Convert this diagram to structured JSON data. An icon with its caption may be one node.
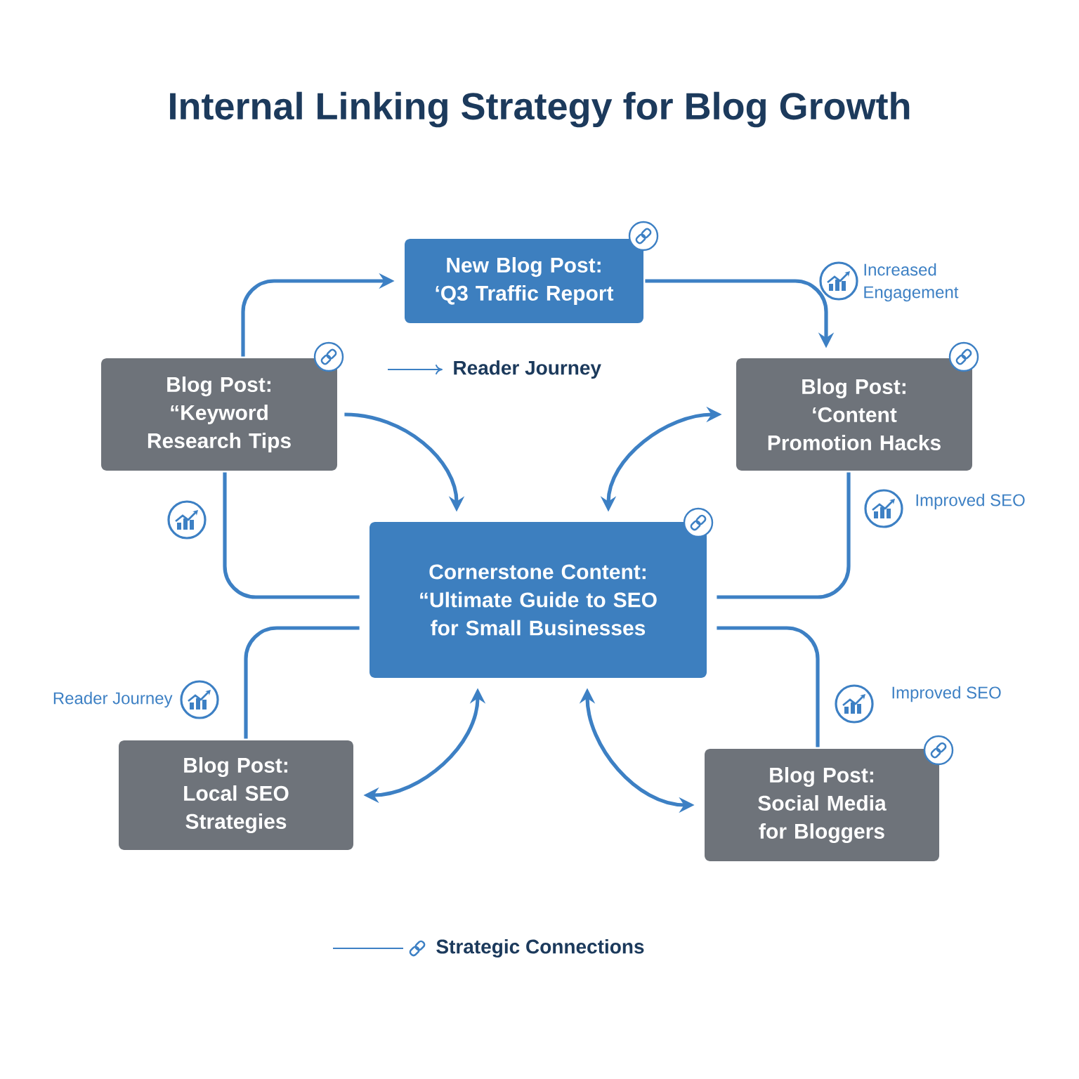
{
  "diagram": {
    "title": "Internal Linking Strategy for Blog Growth",
    "nodes": [
      {
        "text": [
          "New Blog Post:",
          "‘Q3 Traffic Report"
        ]
      },
      {
        "text": [
          "Blog Post:",
          "“Keyword Research Tips"
        ]
      },
      {
        "text": [
          "Blog Post:",
          "‘Content Promotion Hacks"
        ]
      },
      {
        "text": [
          "Cornerstone Content:",
          "“Ultimate Guide to SEO for Small Businesses"
        ]
      },
      {
        "text": [
          "Blog Post:",
          "Local SEO Strategies"
        ]
      },
      {
        "text": [
          "Blog Post:",
          "Social Media for Bloggers"
        ]
      }
    ],
    "edges": [
      {
        "from": 1,
        "to": 0,
        "arrow": "to"
      },
      {
        "from": 0,
        "to": 2,
        "arrow": "to"
      },
      {
        "from": 1,
        "to": 3,
        "arrow": "to"
      },
      {
        "from": 2,
        "to": 3,
        "arrow": "both"
      },
      {
        "from": 1,
        "to": 3,
        "arrow": "none"
      },
      {
        "from": 2,
        "to": 3,
        "arrow": "none"
      },
      {
        "from": 4,
        "to": 3,
        "arrow": "none"
      },
      {
        "from": 5,
        "to": 3,
        "arrow": "none"
      },
      {
        "from": 3,
        "to": 4,
        "arrow": "both"
      },
      {
        "from": 3,
        "to": 5,
        "arrow": "both"
      }
    ],
    "labels": [
      "Increased Engagement",
      "Improved SEO",
      "Reader Journey",
      "Improved SEO"
    ],
    "legend": [
      {
        "text": "Reader Journey"
      },
      {
        "text": "Strategic Connections"
      }
    ]
  }
}
